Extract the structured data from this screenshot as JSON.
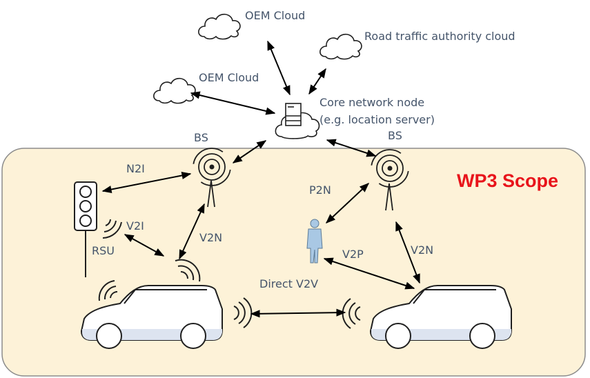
{
  "scope": {
    "title": "WP3 Scope",
    "title_color": "#e8141b",
    "fill": "#fdf2d8",
    "border": "#8b8b8b"
  },
  "clouds": {
    "oem_top": "OEM Cloud",
    "road_authority": "Road traffic authority cloud",
    "oem_left": "OEM Cloud"
  },
  "core": {
    "line1": "Core network node",
    "line2": "(e.g. location server)"
  },
  "stations": {
    "bs_left": "BS",
    "bs_right": "BS"
  },
  "links": {
    "n2i": "N2I",
    "v2i": "V2I",
    "rsu": "RSU",
    "v2n_left": "V2N",
    "p2n": "P2N",
    "v2p": "V2P",
    "v2n_right": "V2N",
    "direct_v2v": "Direct V2V"
  },
  "icons": [
    "cloud-icon",
    "server-icon",
    "antenna-icon",
    "traffic-light-icon",
    "pedestrian-icon",
    "car-icon",
    "wireless-signal-icon"
  ],
  "colors": {
    "text": "#44546a",
    "arrow": "#000000",
    "outline": "#1f1f1f",
    "pedestrian": "#a9c8e4"
  }
}
